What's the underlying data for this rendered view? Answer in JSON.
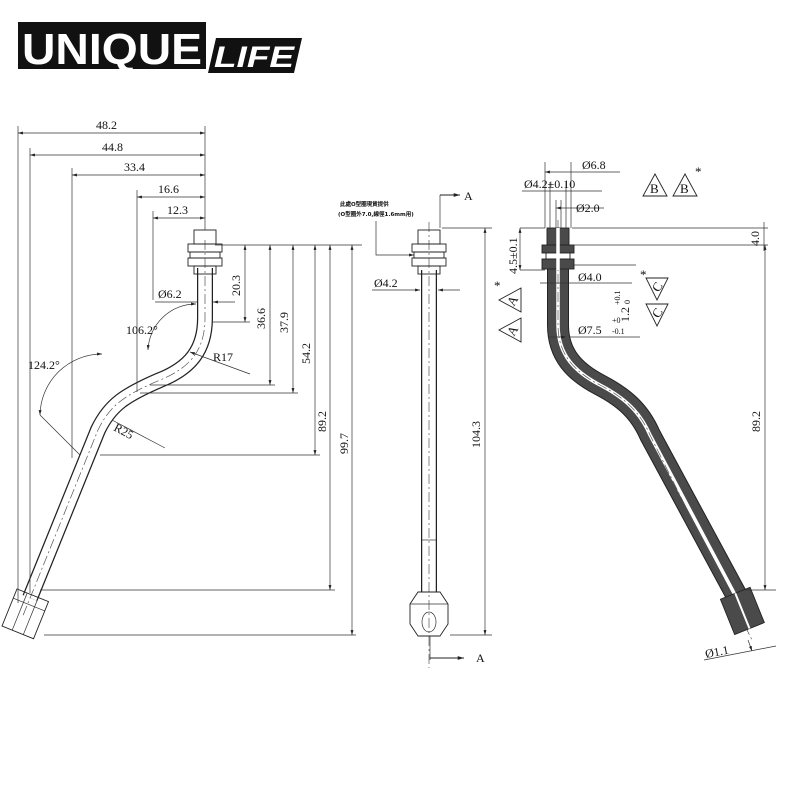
{
  "logo": {
    "word1": "UNIQUE",
    "word2": "LIFE"
  },
  "colors": {
    "line": "#222222",
    "section_fill": "#4a4a4a",
    "bore": "#ffffff"
  },
  "left_view": {
    "horizontal_dims": [
      "48.2",
      "44.8",
      "33.4",
      "16.6",
      "12.3"
    ],
    "vertical_dims": [
      "20.3",
      "36.6",
      "37.9",
      "54.2",
      "89.2",
      "99.7"
    ],
    "diameter": "Ø6.2",
    "angle_top": "106.2°",
    "angle_bottom": "124.2°",
    "radius_top": "R17",
    "radius_bottom": "R25"
  },
  "middle_view": {
    "section_mark_top": "A",
    "section_mark_bottom": "A",
    "diameter": "Ø4.2",
    "length": "104.3",
    "note_line1": "此處O型圈現貨提供",
    "note_line2": "(O型圈外7.0,線徑1.6mm用)"
  },
  "right_view": {
    "dia_outer": "Ø6.8",
    "dia_bore": "Ø4.2±0.10",
    "dia_hole": "Ø2.0",
    "top_height": "4.0",
    "groove_pos": "4.5±0.1",
    "groove_dia": "Ø4.0",
    "groove_width": "1.2",
    "groove_width_tol_upper": "+0.1",
    "groove_width_tol_lower": "0",
    "tube_dia": "Ø7.5",
    "tube_dia_tol_upper": "+0",
    "tube_dia_tol_lower": "-0.1",
    "length": "89.2",
    "tip_dia": "Ø1.1",
    "datum_letters": [
      "B",
      "B",
      "A",
      "A",
      "C",
      "C"
    ],
    "critical_marks": [
      "*",
      "*",
      "*"
    ]
  }
}
